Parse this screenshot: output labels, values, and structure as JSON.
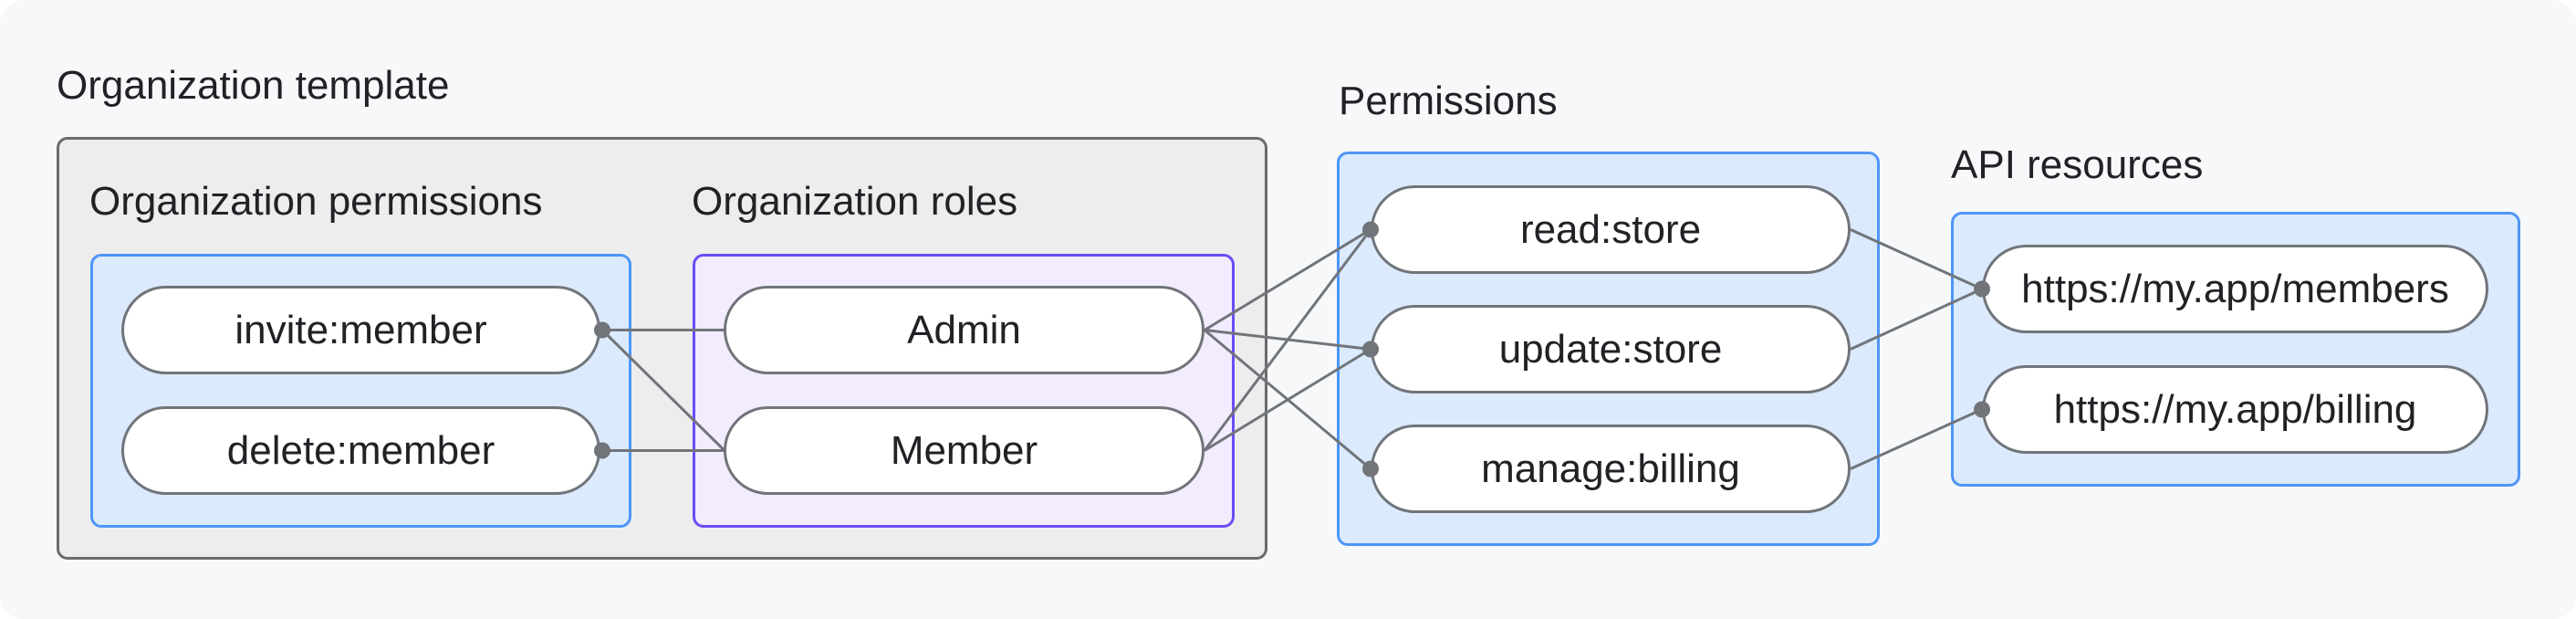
{
  "diagram": {
    "title": "Organization template",
    "colors": {
      "page_background": "#F7F8F9",
      "container_fill": "#EDEDEE",
      "container_border": "#6B6B6B",
      "blue_fill": "#DBEAFC",
      "blue_border": "#4E96F8",
      "purple_fill": "#F2ECFE",
      "purple_border": "#6C4CF6",
      "node_border": "#71757A",
      "connector": "#71757A",
      "text": "#212126"
    },
    "sections": {
      "org_template": {
        "label": "Organization template"
      },
      "org_permissions": {
        "label": "Organization permissions",
        "pills": [
          {
            "label": "invite:member"
          },
          {
            "label": "delete:member"
          }
        ]
      },
      "org_roles": {
        "label": "Organization roles",
        "pills": [
          {
            "label": "Admin"
          },
          {
            "label": "Member"
          }
        ]
      },
      "permissions": {
        "label": "Permissions",
        "pills": [
          {
            "label": "read:store"
          },
          {
            "label": "update:store"
          },
          {
            "label": "manage:billing"
          }
        ]
      },
      "api_resources": {
        "label": "API resources",
        "pills": [
          {
            "label": "https://my.app/members"
          },
          {
            "label": "https://my.app/billing"
          }
        ]
      }
    },
    "edges": [
      {
        "from": "invite:member",
        "to": "Admin"
      },
      {
        "from": "invite:member",
        "to": "Member"
      },
      {
        "from": "delete:member",
        "to": "Member"
      },
      {
        "from": "Admin",
        "to": "read:store"
      },
      {
        "from": "Admin",
        "to": "update:store"
      },
      {
        "from": "Admin",
        "to": "manage:billing"
      },
      {
        "from": "Member",
        "to": "read:store"
      },
      {
        "from": "Member",
        "to": "update:store"
      },
      {
        "from": "read:store",
        "to": "https://my.app/members"
      },
      {
        "from": "update:store",
        "to": "https://my.app/members"
      },
      {
        "from": "manage:billing",
        "to": "https://my.app/billing"
      }
    ]
  }
}
